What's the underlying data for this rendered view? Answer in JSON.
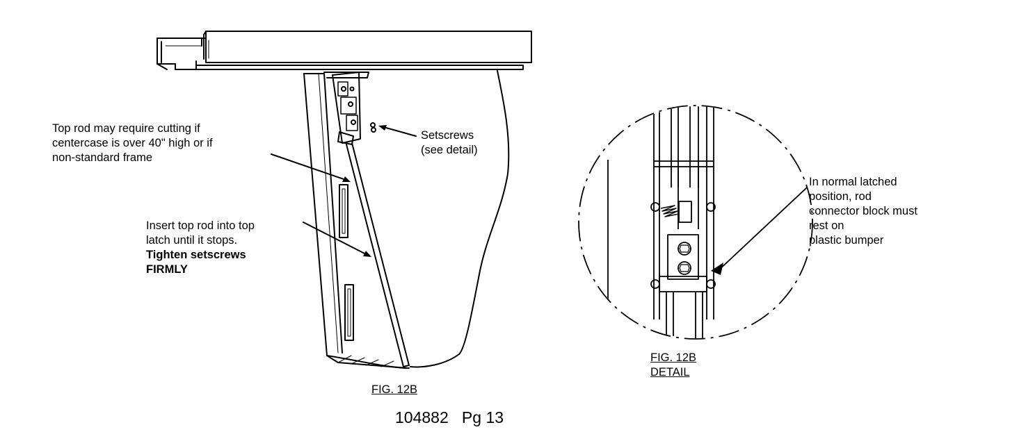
{
  "callouts": {
    "setscrews": [
      "Setscrews",
      "(see detail)"
    ],
    "cutting": [
      "Top rod may require cutting if",
      "centercase is over 40\" high or if",
      "non-standard frame"
    ],
    "insert": [
      "Insert top rod into top",
      "latch until it stops."
    ],
    "tighten": [
      "Tighten setscrews",
      "FIRMLY"
    ],
    "latched": [
      "In normal latched",
      "position, rod",
      "connector block must",
      "rest on",
      "plastic bumper"
    ]
  },
  "figure_labels": {
    "main": "FIG. 12B",
    "detail_line1": "FIG. 12B",
    "detail_line2": "DETAIL"
  },
  "footer": {
    "page_ref": "104882   Pg 13"
  },
  "colors": {
    "ink": "#000000",
    "paper": "#ffffff"
  }
}
